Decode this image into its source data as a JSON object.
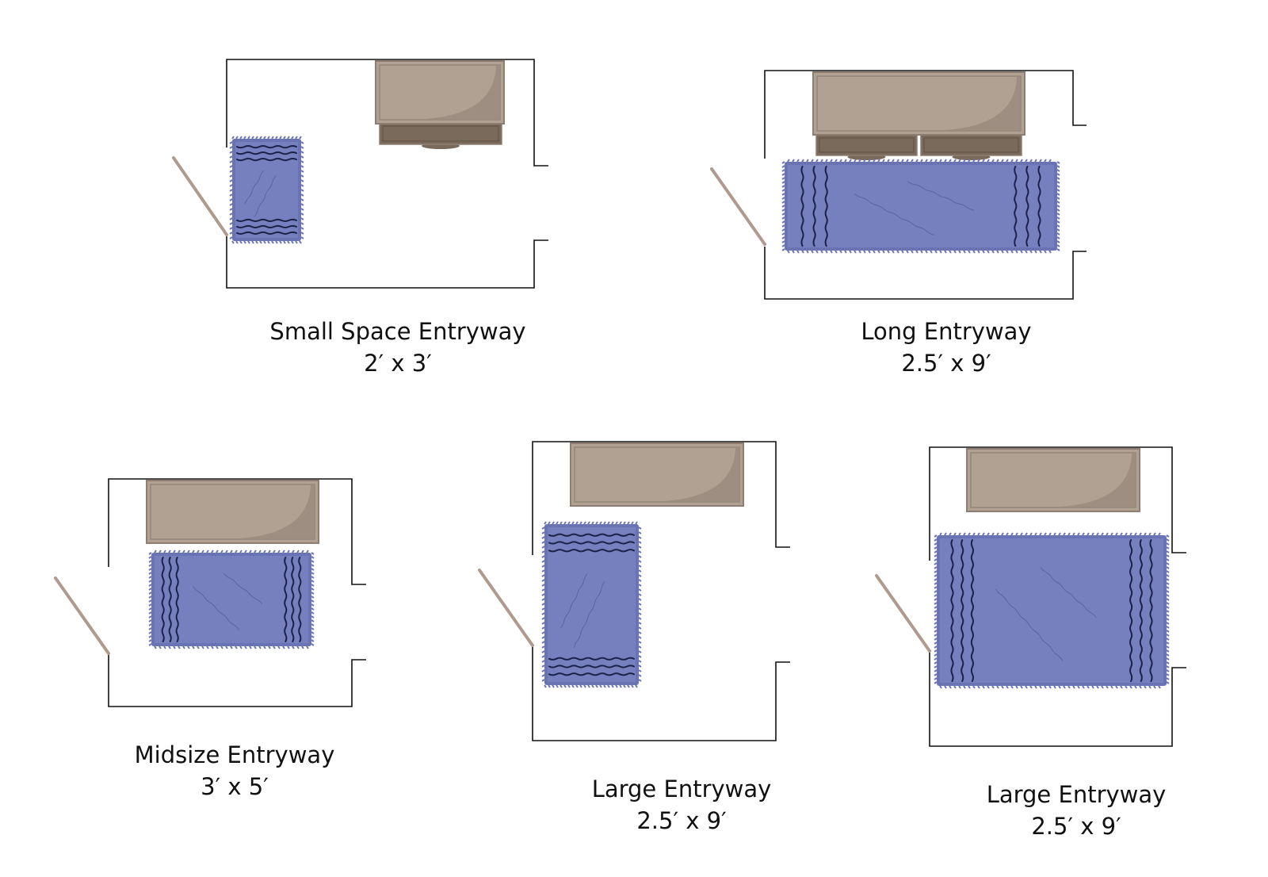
{
  "colors": {
    "rug": "#7680bf",
    "rug_fringe": "#6a74b5",
    "rug_stripe": "#1b2148",
    "bench_top": "#b0a193",
    "bench_edge": "#8d7e71",
    "bench_shadow": "#9b8c7f",
    "shelf": "#7a6a5c",
    "door": "#b09a8d",
    "wall": "#111111"
  },
  "layouts": [
    {
      "name": "small-space-entryway",
      "title": "Small Space Entryway",
      "size": "2′ x 3′"
    },
    {
      "name": "long-entryway",
      "title": "Long Entryway",
      "size": "2.5′ x 9′"
    },
    {
      "name": "midsize-entryway",
      "title": "Midsize Entryway",
      "size": "3′ x 5′"
    },
    {
      "name": "large-entryway-a",
      "title": "Large Entryway",
      "size": "2.5′ x 9′"
    },
    {
      "name": "large-entryway-b",
      "title": "Large Entryway",
      "size": "2.5′ x 9′"
    }
  ]
}
